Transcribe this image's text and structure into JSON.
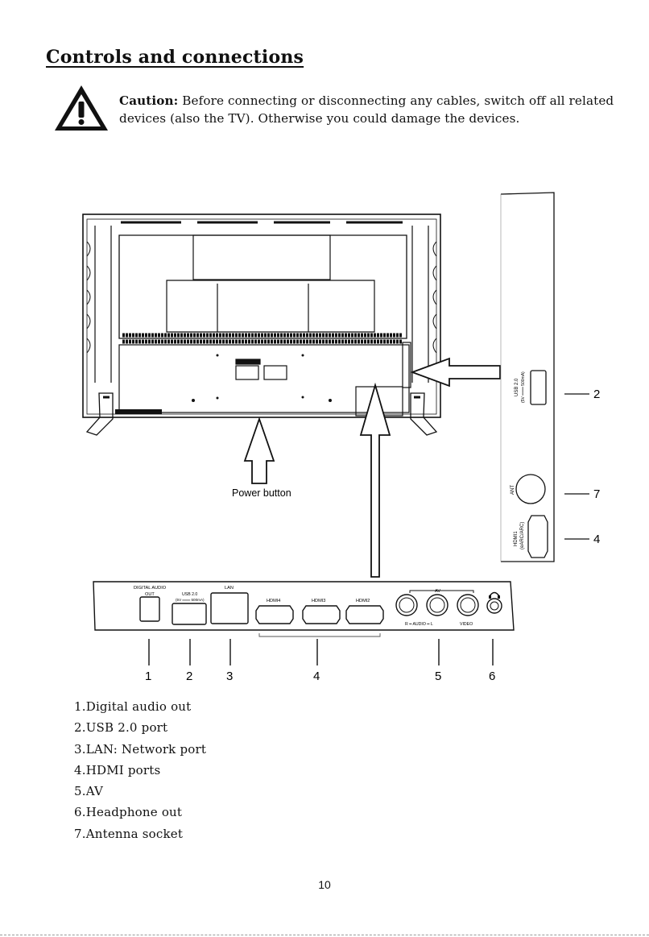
{
  "page_title": "Controls and connections",
  "caution": {
    "label": "Caution:",
    "text": " Before connecting or disconnecting any cables, switch off all related devices (also the TV). Otherwise you could damage the devices."
  },
  "icons": {
    "warning": "warning-triangle-icon"
  },
  "diagram": {
    "power_button_label": "Power button",
    "side_panel": {
      "usb_label_line1": "USB 2.0",
      "usb_label_line2": "(5V ═══ 500mA)",
      "ant_label": "ANT",
      "hdmi_label_line1": "HDMI1",
      "hdmi_label_line2": "(eARC/ARC)",
      "callouts": [
        "2",
        "7",
        "4"
      ]
    },
    "bottom_panel": {
      "digital_audio_line1": "DIGITAL AUDIO",
      "digital_audio_line2": "OUT",
      "usb_line1": "USB 2.0",
      "usb_line2": "(5V ═══ 500mA)",
      "lan": "LAN",
      "hdmi4": "HDMI4",
      "hdmi3": "HDMI3",
      "hdmi2": "HDMI2",
      "av": "AV",
      "audio_rl": "R ━ AUDIO ━ L",
      "video": "VIDEO",
      "callouts": [
        "1",
        "2",
        "3",
        "4",
        "5",
        "6"
      ]
    }
  },
  "legend": [
    "1.Digital audio out",
    "2.USB 2.0 port",
    "3.LAN: Network port",
    "4.HDMI ports",
    "5.AV",
    "6.Headphone out",
    "7.Antenna socket"
  ],
  "page_number": "10"
}
